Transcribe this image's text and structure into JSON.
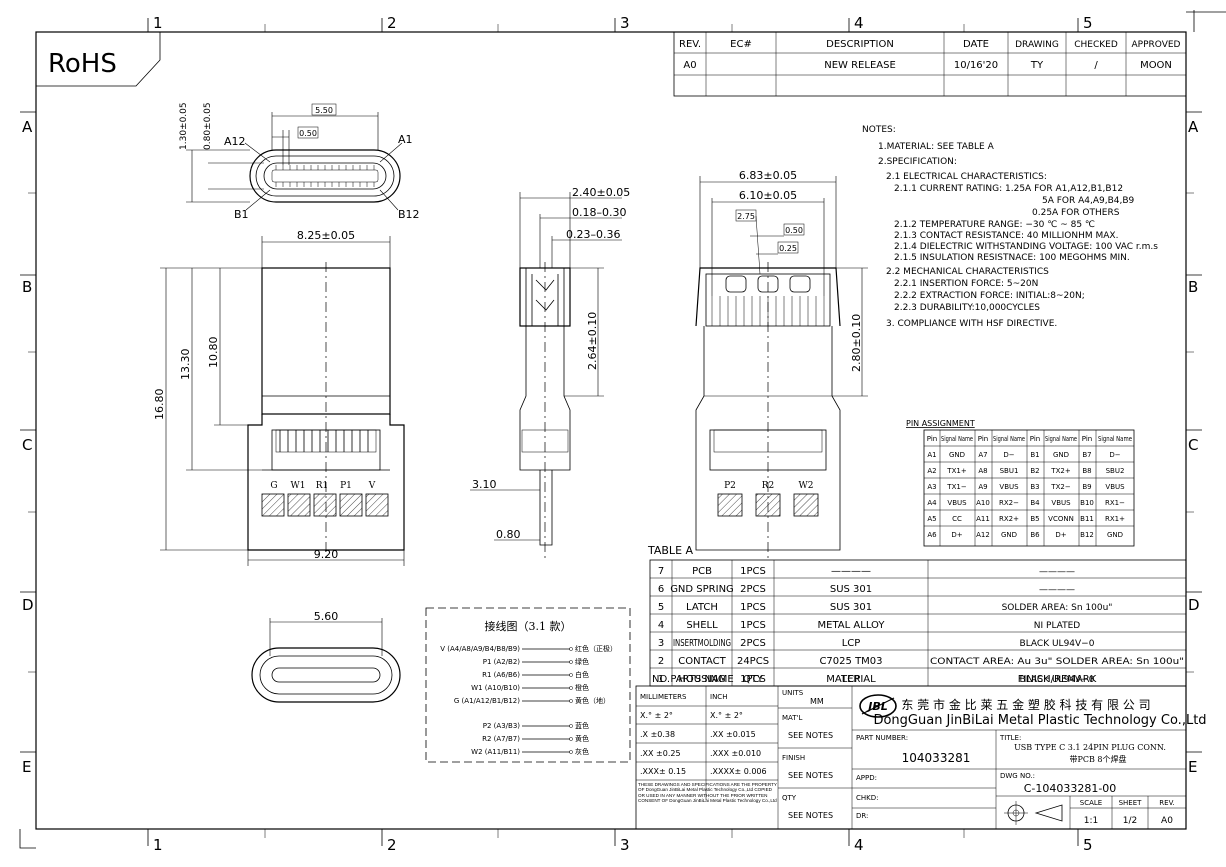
{
  "grid": {
    "columns": [
      "1",
      "2",
      "3",
      "4",
      "5"
    ],
    "rows": [
      "A",
      "B",
      "C",
      "D",
      "E"
    ]
  },
  "rohs": "RoHS",
  "revision_table": {
    "headers": [
      "REV.",
      "EC#",
      "DESCRIPTION",
      "DATE",
      "DRAWING",
      "CHECKED",
      "APPROVED"
    ],
    "row": [
      "A0",
      "",
      "NEW RELEASE",
      "10/16'20",
      "TY",
      "/",
      "MOON"
    ]
  },
  "front_view": {
    "dims": {
      "d1": "1.30±0.05",
      "d2": "0.80±0.05",
      "d3": "5.50",
      "d4": "0.50",
      "a12": "A12",
      "a1": "A1",
      "b1": "B1",
      "b12": "B12"
    }
  },
  "pcb_view": {
    "width": "8.25±0.05",
    "overall": "16.80",
    "h1": "13.30",
    "h2": "10.80",
    "bottom": "9.20",
    "pad_labels": [
      "G",
      "W1",
      "R1",
      "P1",
      "V"
    ]
  },
  "side_view": {
    "d1": "2.40±0.05",
    "d2": "0.18–0.30",
    "d3": "0.23–0.36",
    "d4": "2.64±0.10",
    "d5": "3.10",
    "d6": "0.80"
  },
  "back_view": {
    "d1": "6.83±0.05",
    "d2": "6.10±0.05",
    "d3": "2.75",
    "d4": "0.50",
    "d5": "0.25",
    "d6": "2.80±0.10",
    "pad_labels": [
      "P2",
      "R2",
      "W2"
    ]
  },
  "end_view": {
    "width": "5.60"
  },
  "wiring": {
    "title": "接线图（3.1 款）",
    "rows": [
      {
        "left": "V (A4/A8/A9/B4/B8/B9)",
        "right": "红色（正极）"
      },
      {
        "left": "P1 (A2/B2)",
        "right": "绿色"
      },
      {
        "left": "R1 (A6/B6)",
        "right": "白色"
      },
      {
        "left": "W1 (A10/B10)",
        "right": "橙色"
      },
      {
        "left": "G (A1/A12/B1/B12)",
        "right": "黄色（地）"
      },
      {
        "left": "P2 (A3/B3)",
        "right": "蓝色"
      },
      {
        "left": "R2 (A7/B7)",
        "right": "黄色"
      },
      {
        "left": "W2 (A11/B11)",
        "right": "灰色"
      }
    ]
  },
  "notes": [
    "NOTES:",
    "1.MATERIAL: SEE TABLE A",
    "2.SPECIFICATION:",
    "2.1 ELECTRICAL CHARACTERISTICS:",
    "2.1.1 CURRENT RATING: 1.25A FOR A1,A12,B1,B12",
    "5A FOR A4,A9,B4,B9",
    "0.25A FOR OTHERS",
    "2.1.2 TEMPERATURE RANGE: −30 ℃ ~ 85 ℃",
    "2.1.3 CONTACT RESISTANCE: 40 MILLIONHM MAX.",
    "2.1.4 DIELECTRIC WITHSTANDING VOLTAGE: 100 VAC r.m.s",
    "2.1.5 INSULATION RESISTNACE: 100 MEGOHMS MIN.",
    "2.2 MECHANICAL CHARACTERISTICS",
    "2.2.1 INSERTION FORCE: 5~20N",
    "2.2.2 EXTRACTION FORCE: INITIAL:8~20N;",
    "2.2.3 DURABILITY:10,000CYCLES",
    "3. COMPLIANCE WITH HSF DIRECTIVE."
  ],
  "pin_assignment": {
    "title": "PIN ASSIGNMENT",
    "headers": [
      "Pin",
      "Signal Name",
      "Pin",
      "Signal Name",
      "Pin",
      "Signal Name",
      "Pin",
      "Signal Name"
    ],
    "rows": [
      [
        "A1",
        "GND",
        "A7",
        "D−",
        "B1",
        "GND",
        "B7",
        "D−"
      ],
      [
        "A2",
        "TX1+",
        "A8",
        "SBU1",
        "B2",
        "TX2+",
        "B8",
        "SBU2"
      ],
      [
        "A3",
        "TX1−",
        "A9",
        "VBUS",
        "B3",
        "TX2−",
        "B9",
        "VBUS"
      ],
      [
        "A4",
        "VBUS",
        "A10",
        "RX2−",
        "B4",
        "VBUS",
        "B10",
        "RX1−"
      ],
      [
        "A5",
        "CC",
        "A11",
        "RX2+",
        "B5",
        "VCONN",
        "B11",
        "RX1+"
      ],
      [
        "A6",
        "D+",
        "A12",
        "GND",
        "B6",
        "D+",
        "B12",
        "GND"
      ]
    ]
  },
  "table_a": {
    "title": "TABLE A",
    "header": [
      "NO.",
      "PARTS NAME",
      "QTY",
      "MATERIAL",
      "FINISH/REMARK"
    ],
    "rows": [
      [
        "7",
        "PCB",
        "1PCS",
        "————",
        "————"
      ],
      [
        "6",
        "GND SPRING",
        "2PCS",
        "SUS 301",
        "————"
      ],
      [
        "5",
        "LATCH",
        "1PCS",
        "SUS 301",
        "SOLDER AREA: Sn 100u\""
      ],
      [
        "4",
        "SHELL",
        "1PCS",
        "METAL ALLOY",
        "NI PLATED"
      ],
      [
        "3",
        "INSERTMOLDING",
        "2PCS",
        "LCP",
        "BLACK UL94V−0"
      ],
      [
        "2",
        "CONTACT",
        "24PCS",
        "C7025 TM03",
        "CONTACT AREA: Au 3u\" SOLDER AREA: Sn 100u\""
      ],
      [
        "1",
        "HOUSING",
        "1PCS",
        "LCP",
        "BLACK UL94V−0"
      ]
    ]
  },
  "title_block": {
    "tol_head": [
      "MILLIMETERS",
      "INCH"
    ],
    "tol_rows": [
      [
        "X.° ± 2°",
        "X.° ± 2°"
      ],
      [
        ".X ±0.38",
        ".XX ±0.015"
      ],
      [
        ".XX ±0.25",
        ".XXX ±0.010"
      ],
      [
        ".XXX± 0.15",
        ".XXXX± 0.006"
      ]
    ],
    "disclaimer": "THESE DRAWINGS AND SPECIFICATIONS ARE THE PROPERTY OF DongGuan JinBiLai Metal Plastic Technology Co.,Ltd COPIED OR USED IN ANY MANNER WITHOUT THE PRIOR WRITTEN CONSENT OF DongGuan JinBiLai Metal Plastic Technology Co.,Ltd",
    "units_label": "UNITS",
    "units_value": "MM",
    "matl_label": "MAT'L",
    "matl_value": "SEE NOTES",
    "finish_label": "FINISH",
    "finish_value": "SEE NOTES",
    "qty_label": "QTY",
    "qty_value": "SEE NOTES",
    "company_cn": "东 莞 市 金 比 莱 五 金 塑 胶 科 技 有 限 公 司",
    "company_en": "DongGuan JinBiLai Metal Plastic Technology Co.,Ltd",
    "part_number_label": "PART NUMBER:",
    "part_number": "104033281",
    "title_label": "TITLE:",
    "title_line1": "USB TYPE C 3.1 24PIN PLUG CONN.",
    "title_line2": "带PCB 8个焊盘",
    "appd_label": "APPD:",
    "chkd_label": "CHKD:",
    "dr_label": "DR:",
    "dwg_label": "DWG NO.:",
    "dwg_no": "C-104033281-00",
    "scale_label": "SCALE",
    "scale": "1:1",
    "sheet_label": "SHEET",
    "sheet": "1/2",
    "rev_label": "REV.",
    "rev": "A0"
  },
  "colors": {
    "ink": "#000000",
    "paper": "#ffffff"
  }
}
